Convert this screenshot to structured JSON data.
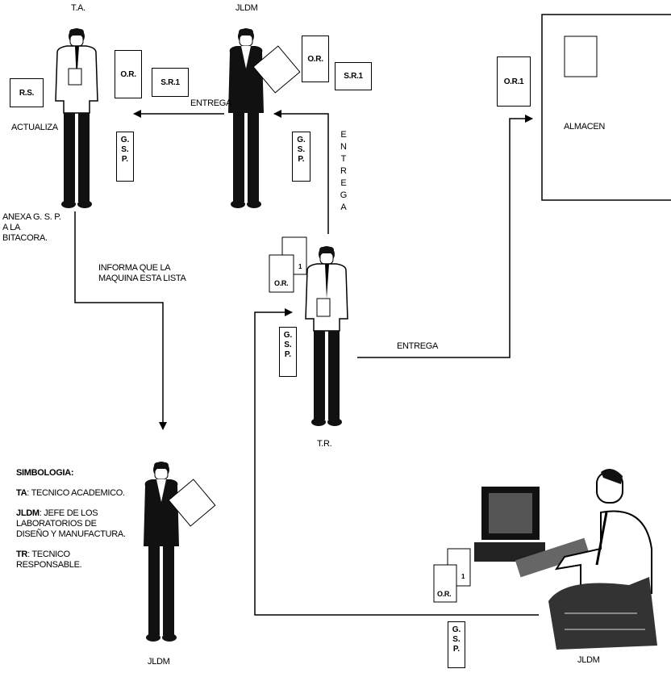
{
  "labels": {
    "ta_top": "T.A.",
    "jldm_top": "JLDM",
    "actualiza": "ACTUALIZA",
    "anexa": "ANEXA G. S. P.\nA LA\nBITACORA.",
    "informa": "INFORMA QUE LA\nMAQUINA ESTA LISTA",
    "entrega_horizontal": "ENTREGA",
    "entrega_vertical": "E\nN\nT\nR\nE\nG\nA",
    "entrega_to_almacen": "ENTREGA",
    "almacen": "ALMACEN",
    "tr": "T.R.",
    "jldm_bottom_center": "JLDM",
    "jldm_bottom_right": "JLDM"
  },
  "documents": {
    "rs": "R.S.",
    "or": "O.R.",
    "sr1": "S.R.1",
    "gsp": "G.\nS.\nP.",
    "or1": "O.R.1",
    "or_short": "O.R.",
    "one": "1"
  },
  "legend": {
    "title": "SIMBOLOGIA:",
    "items": [
      {
        "abbr": "TA",
        "text": ": TECNICO ACADEMICO."
      },
      {
        "abbr": "JLDM",
        "text": ": JEFE DE LOS\nLABORATORIOS DE\nDISEÑO Y MANUFACTURA."
      },
      {
        "abbr": "TR",
        "text": ": TECNICO\nRESPONSABLE."
      }
    ]
  }
}
